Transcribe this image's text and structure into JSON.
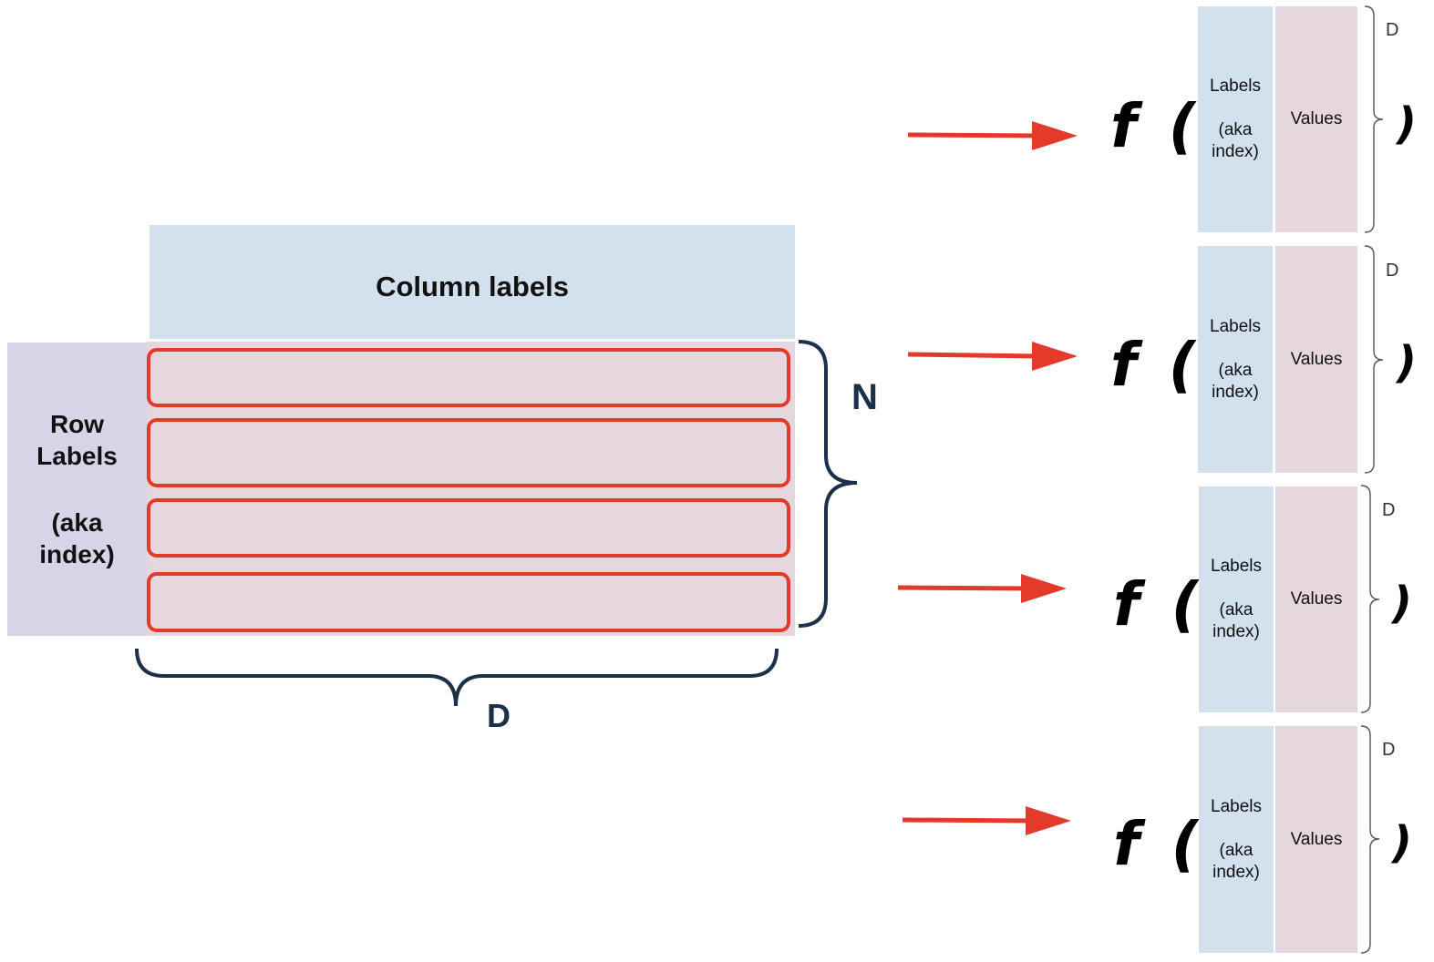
{
  "dataframe": {
    "column_header": "Column labels",
    "row_header_lines": [
      "Row",
      "Labels",
      "(aka",
      "index)"
    ],
    "brace_n": "N",
    "brace_d": "D"
  },
  "applied": {
    "f_text": "f (",
    "close_paren": ")",
    "labels_line1": "Labels",
    "labels_line2": "(aka",
    "labels_line3": "index)",
    "values_label": "Values",
    "d_label": "D"
  },
  "colors": {
    "column_header_bg": "#d3e1ef",
    "row_labels_bg": "#d8d3e6",
    "values_bg": "#e6d6de",
    "row_outline": "#e43a2c",
    "arrow": "#e43a2c",
    "brace": "#1c3049"
  }
}
